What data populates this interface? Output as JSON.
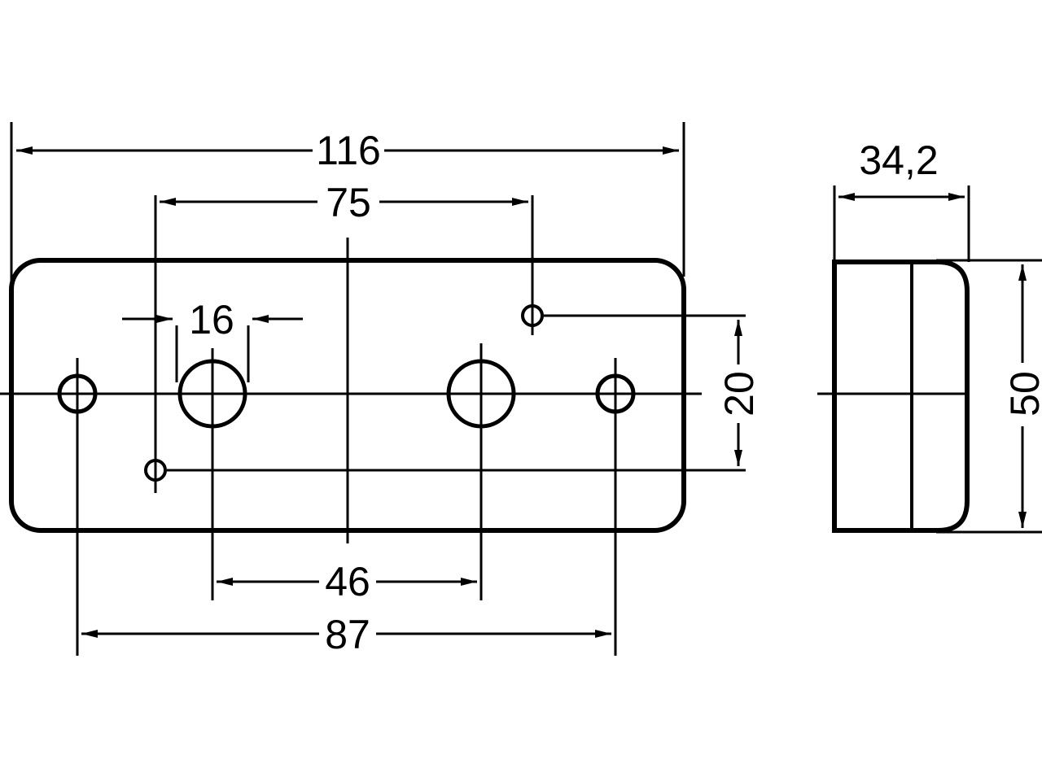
{
  "diagram": {
    "front_view": {
      "overall_width": "116",
      "outer_hole_spacing": "87",
      "inner_hole_spacing": "46",
      "mounting_hole_spacing": "75",
      "hole_diameter": "16",
      "mounting_vertical_spacing": "20"
    },
    "side_view": {
      "depth": "34,2",
      "height": "50"
    }
  },
  "colors": {
    "line": "#000000",
    "background": "#ffffff"
  }
}
